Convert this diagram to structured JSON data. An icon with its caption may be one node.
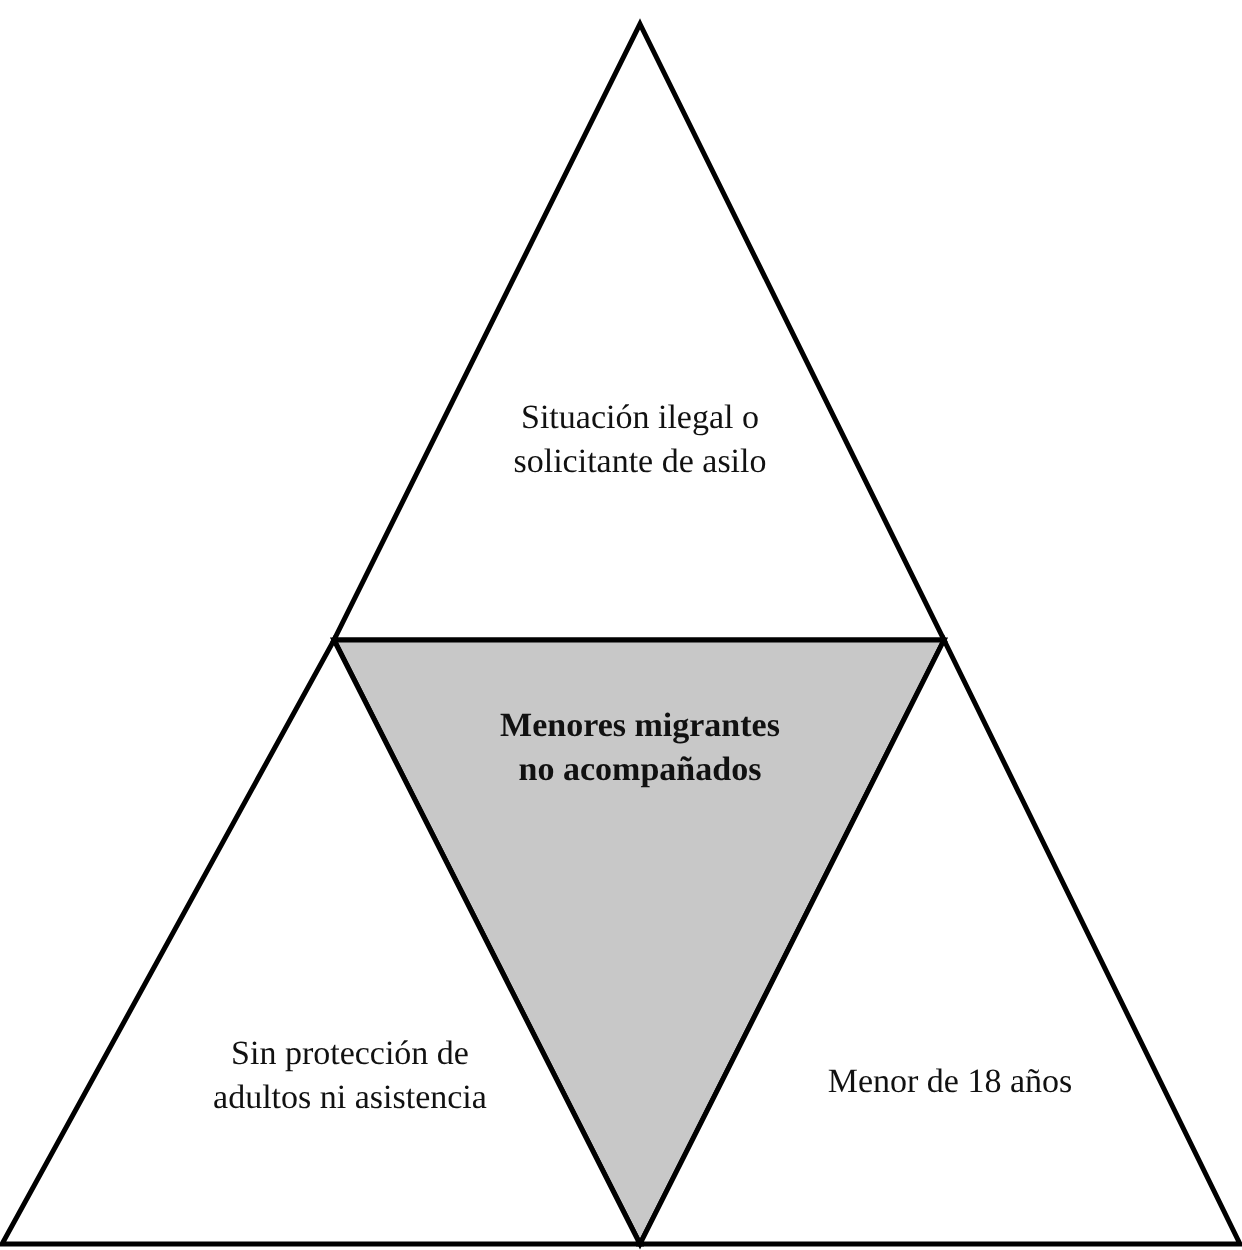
{
  "diagram": {
    "nodes": [
      {
        "text": [
          "Situación ilegal o solicitante de asilo"
        ]
      },
      {
        "text": [
          "Menores migrantes no acompañados"
        ]
      },
      {
        "text": [
          "Sin protección de adultos ni asistencia"
        ]
      },
      {
        "text": [
          "Menor de 18 años"
        ]
      }
    ]
  }
}
